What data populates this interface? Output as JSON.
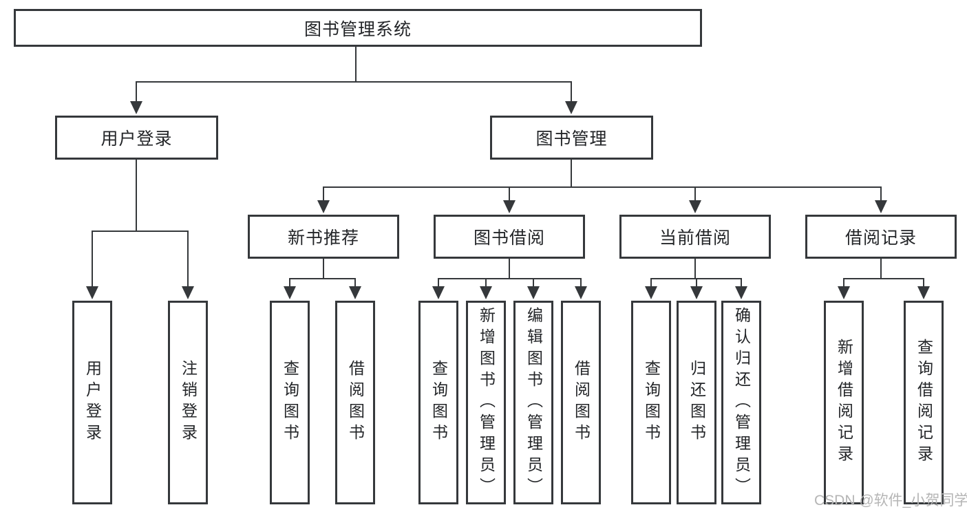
{
  "diagram": {
    "root": {
      "label": "图书管理系统"
    },
    "branches": [
      {
        "label": "用户登录",
        "children": [
          {
            "label": "用户登录"
          },
          {
            "label": "注销登录"
          }
        ]
      },
      {
        "label": "图书管理",
        "children": [
          {
            "label": "新书推荐",
            "children": [
              {
                "label": "查询图书"
              },
              {
                "label": "借阅图书"
              }
            ]
          },
          {
            "label": "图书借阅",
            "children": [
              {
                "label": "查询图书"
              },
              {
                "label": "新增图书（管理员）"
              },
              {
                "label": "编辑图书（管理员）"
              },
              {
                "label": "借阅图书"
              }
            ]
          },
          {
            "label": "当前借阅",
            "children": [
              {
                "label": "查询图书"
              },
              {
                "label": "归还图书"
              },
              {
                "label": "确认归还（管理员）"
              }
            ]
          },
          {
            "label": "借阅记录",
            "children": [
              {
                "label": "新增借阅记录"
              },
              {
                "label": "查询借阅记录"
              }
            ]
          }
        ]
      }
    ],
    "colors": {
      "line": "#35383b",
      "text": "#232528",
      "background": "#ffffff",
      "watermark": "#b5b5b5"
    },
    "watermark": {
      "text": "CSDN @软件_小贺同学"
    }
  }
}
